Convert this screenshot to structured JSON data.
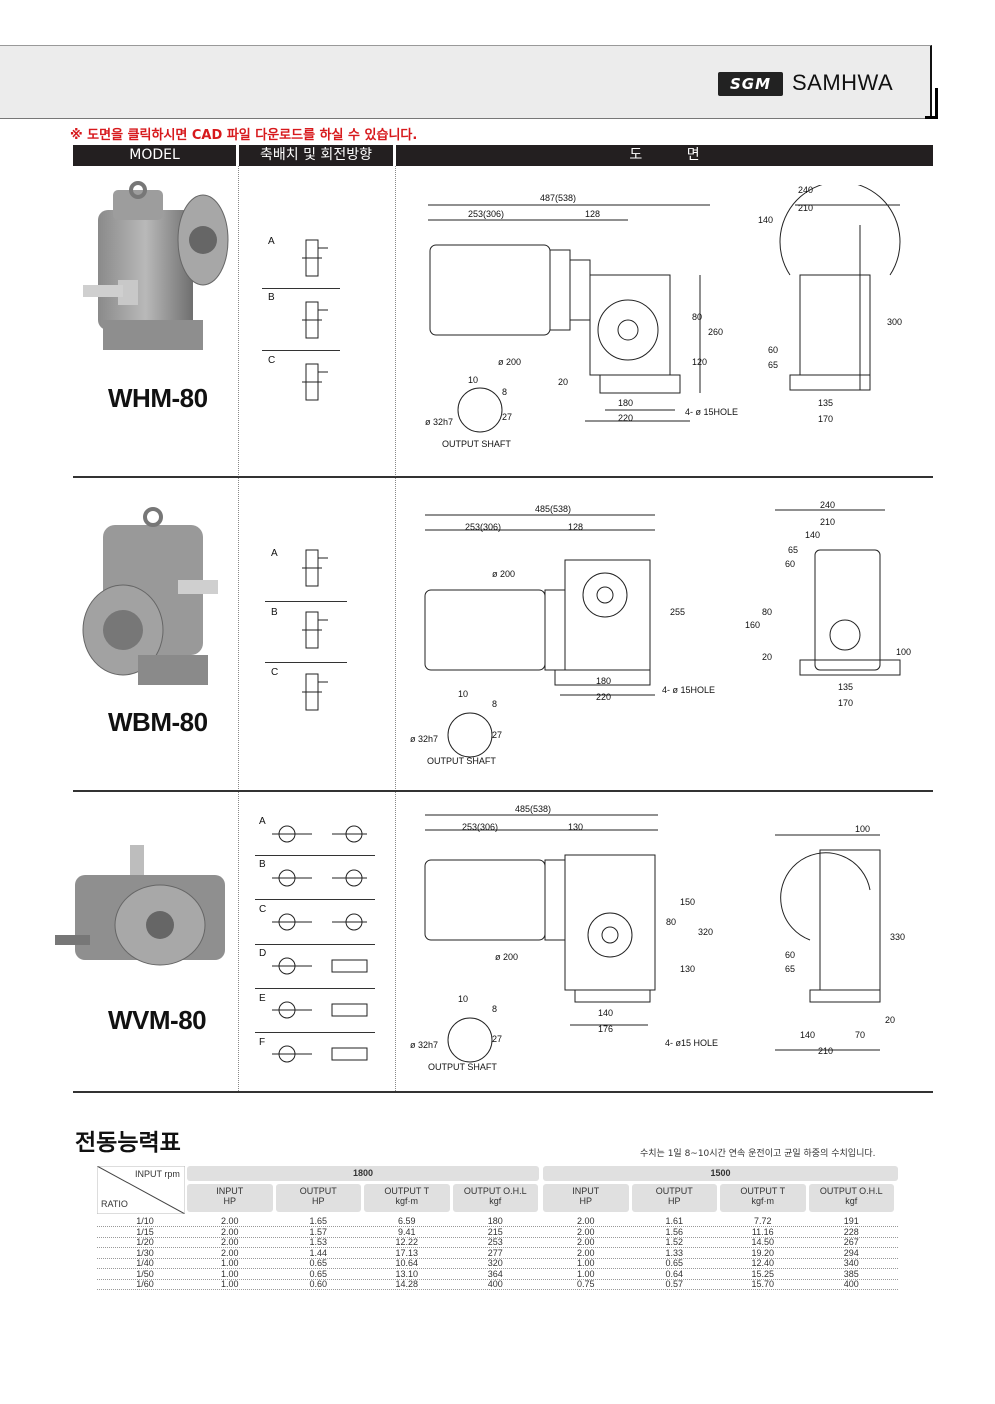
{
  "header": {
    "logo": "SGM",
    "brand": "SAMHWA"
  },
  "notice": "※ 도면을 클릭하시면 CAD 파일 다운로드를 하실 수 있습니다.",
  "table_header": {
    "model": "MODEL",
    "shaft": "축배치 및 회전방향",
    "drawing": "도          면"
  },
  "models": [
    {
      "name": "WHM-80",
      "arrangements": [
        "A",
        "B",
        "C"
      ],
      "dims": {
        "total": "487(538)",
        "motor": "253(306)",
        "gear": "128",
        "flange": "ø 200",
        "d80": "80",
        "d260": "260",
        "d120": "120",
        "d20": "20",
        "d180": "180",
        "d220": "220",
        "hole": "4- ø 15HOLE",
        "k10": "10",
        "k8": "8",
        "k27": "27",
        "shaft": "ø 32h7",
        "out": "OUTPUT SHAFT",
        "s240": "240",
        "s210": "210",
        "s140": "140",
        "s300": "300",
        "s60": "60",
        "s65": "65",
        "s135": "135",
        "s170": "170"
      }
    },
    {
      "name": "WBM-80",
      "arrangements": [
        "A",
        "B",
        "C"
      ],
      "dims": {
        "total": "485(538)",
        "motor": "253(306)",
        "gear": "128",
        "flange": "ø 200",
        "d255": "255",
        "d180": "180",
        "d220": "220",
        "hole": "4- ø 15HOLE",
        "k10": "10",
        "k8": "8",
        "k27": "27",
        "shaft": "ø 32h7",
        "out": "OUTPUT SHAFT",
        "s240": "240",
        "s210": "210",
        "s140": "140",
        "s65": "65",
        "s60": "60",
        "s160": "160",
        "s80": "80",
        "s20": "20",
        "s100": "100",
        "s135": "135",
        "s170": "170"
      }
    },
    {
      "name": "WVM-80",
      "arrangements": [
        "A",
        "B",
        "C",
        "D",
        "E",
        "F"
      ],
      "dims": {
        "total": "485(538)",
        "motor": "253(306)",
        "gear": "130",
        "flange": "ø 200",
        "d80": "80",
        "d150": "150",
        "d320": "320",
        "d130": "130",
        "d140": "140",
        "d176": "176",
        "hole": "4- ø15 HOLE",
        "k10": "10",
        "k8": "8",
        "k27": "27",
        "shaft": "ø 32h7",
        "out": "OUTPUT SHAFT",
        "s100": "100",
        "s330": "330",
        "s60": "60",
        "s65": "65",
        "s20": "20",
        "s70": "70",
        "s140": "140",
        "s210": "210"
      }
    }
  ],
  "capacity": {
    "title": "전동능력표",
    "note": "수치는 1일 8~10시간 연속 운전이고 균일 하중의 수치입니다.",
    "input_rpm": "INPUT rpm",
    "ratio_label": "RATIO",
    "groups": [
      "1800",
      "1500"
    ],
    "cols": [
      [
        "INPUT",
        "HP"
      ],
      [
        "OUTPUT",
        "HP"
      ],
      [
        "OUTPUT T",
        "kgf·m"
      ],
      [
        "OUTPUT O.H.L",
        "kgf"
      ]
    ],
    "rows": [
      {
        "ratio": "1/10",
        "v": [
          "2.00",
          "1.65",
          "6.59",
          "180",
          "2.00",
          "1.61",
          "7.72",
          "191"
        ]
      },
      {
        "ratio": "1/15",
        "v": [
          "2.00",
          "1.57",
          "9.41",
          "215",
          "2.00",
          "1.56",
          "11.16",
          "228"
        ]
      },
      {
        "ratio": "1/20",
        "v": [
          "2.00",
          "1.53",
          "12.22",
          "253",
          "2.00",
          "1.52",
          "14.50",
          "267"
        ]
      },
      {
        "ratio": "1/30",
        "v": [
          "2.00",
          "1.44",
          "17.13",
          "277",
          "2.00",
          "1.33",
          "19.20",
          "294"
        ]
      },
      {
        "ratio": "1/40",
        "v": [
          "1.00",
          "0.65",
          "10.64",
          "320",
          "1.00",
          "0.65",
          "12.40",
          "340"
        ]
      },
      {
        "ratio": "1/50",
        "v": [
          "1.00",
          "0.65",
          "13.10",
          "364",
          "1.00",
          "0.64",
          "15.25",
          "385"
        ]
      },
      {
        "ratio": "1/60",
        "v": [
          "1.00",
          "0.60",
          "14.28",
          "400",
          "0.75",
          "0.57",
          "15.70",
          "400"
        ]
      }
    ]
  }
}
